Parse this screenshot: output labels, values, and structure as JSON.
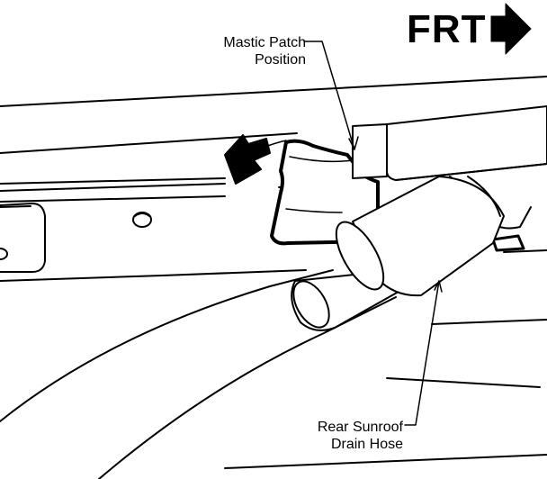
{
  "labels": {
    "frt": "FRT",
    "mastic_patch": [
      "Mastic Patch",
      "Position"
    ],
    "drain_hose": [
      "Rear Sunroof",
      "Drain Hose"
    ]
  },
  "colors": {
    "ink": "#000000",
    "paper": "#ffffff"
  },
  "icons": {
    "direction": "right-arrow-icon",
    "indicator": "pointer-arrow-icon"
  }
}
